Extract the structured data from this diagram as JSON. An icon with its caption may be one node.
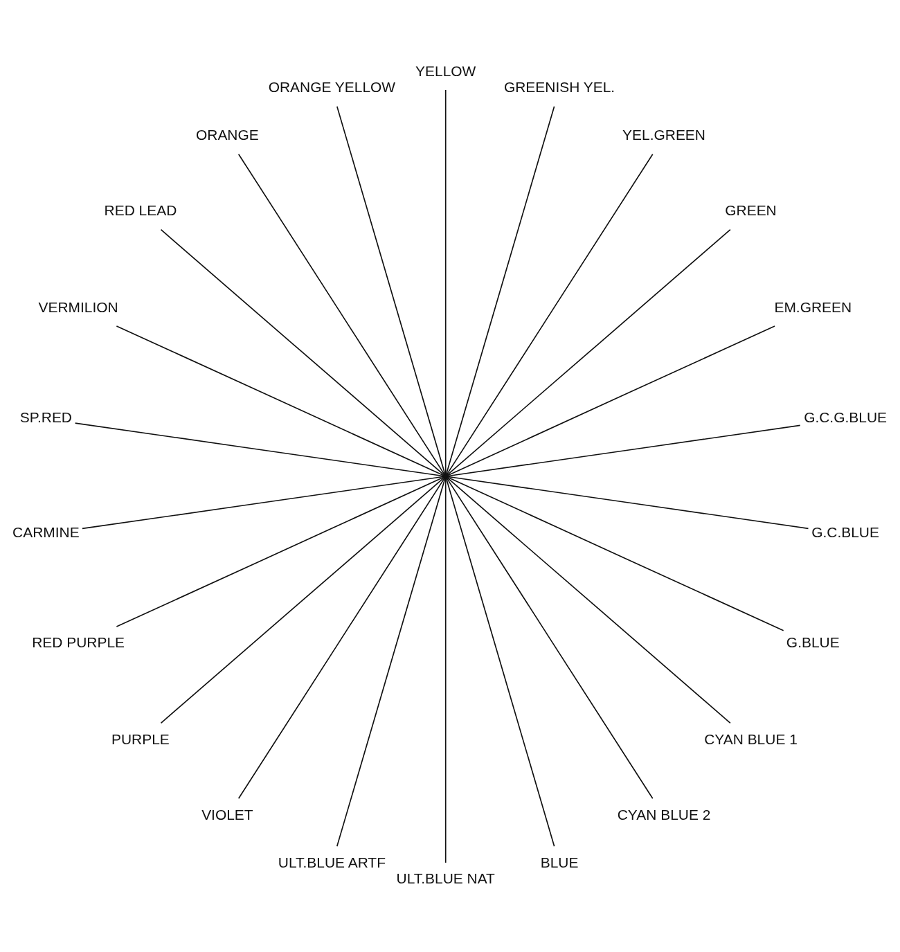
{
  "diagram": {
    "nodes": [
      {
        "text": [],
        "shape": "point"
      },
      {
        "text": [
          "G.C.G.BLUE"
        ]
      },
      {
        "text": [
          "EM.GREEN"
        ]
      },
      {
        "text": [
          "GREEN"
        ]
      },
      {
        "text": [
          "YEL.GREEN"
        ]
      },
      {
        "text": [
          "GREENISH YEL."
        ]
      },
      {
        "text": [
          "YELLOW"
        ]
      },
      {
        "text": [
          "ORANGE YELLOW"
        ]
      },
      {
        "text": [
          "ORANGE"
        ]
      },
      {
        "text": [
          "RED LEAD"
        ]
      },
      {
        "text": [
          "VERMILION"
        ]
      },
      {
        "text": [
          "SP.RED"
        ]
      },
      {
        "text": [
          "CARMINE"
        ]
      },
      {
        "text": [
          "RED PURPLE"
        ]
      },
      {
        "text": [
          "PURPLE"
        ]
      },
      {
        "text": [
          "VIOLET"
        ]
      },
      {
        "text": [
          "ULT.BLUE ARTF"
        ]
      },
      {
        "text": [
          "ULT.BLUE NAT"
        ]
      },
      {
        "text": [
          "BLUE"
        ]
      },
      {
        "text": [
          "CYAN BLUE 2"
        ]
      },
      {
        "text": [
          "CYAN BLUE 1"
        ]
      },
      {
        "text": [
          "G.BLUE"
        ]
      },
      {
        "text": [
          "G.C.BLUE"
        ]
      }
    ],
    "edges": [
      {
        "from": 0,
        "to": 1,
        "arrow": "none"
      },
      {
        "from": 0,
        "to": 2,
        "arrow": "none"
      },
      {
        "from": 0,
        "to": 3,
        "arrow": "none"
      },
      {
        "from": 0,
        "to": 4,
        "arrow": "none"
      },
      {
        "from": 0,
        "to": 5,
        "arrow": "none"
      },
      {
        "from": 0,
        "to": 6,
        "arrow": "none"
      },
      {
        "from": 0,
        "to": 7,
        "arrow": "none"
      },
      {
        "from": 0,
        "to": 8,
        "arrow": "none"
      },
      {
        "from": 0,
        "to": 9,
        "arrow": "none"
      },
      {
        "from": 0,
        "to": 10,
        "arrow": "none"
      },
      {
        "from": 0,
        "to": 11,
        "arrow": "none"
      },
      {
        "from": 0,
        "to": 12,
        "arrow": "none"
      },
      {
        "from": 0,
        "to": 13,
        "arrow": "none"
      },
      {
        "from": 0,
        "to": 14,
        "arrow": "none"
      },
      {
        "from": 0,
        "to": 15,
        "arrow": "none"
      },
      {
        "from": 0,
        "to": 16,
        "arrow": "none"
      },
      {
        "from": 0,
        "to": 17,
        "arrow": "none"
      },
      {
        "from": 0,
        "to": 18,
        "arrow": "none"
      },
      {
        "from": 0,
        "to": 19,
        "arrow": "none"
      },
      {
        "from": 0,
        "to": 20,
        "arrow": "none"
      },
      {
        "from": 0,
        "to": 21,
        "arrow": "none"
      },
      {
        "from": 0,
        "to": 22,
        "arrow": "none"
      }
    ]
  }
}
